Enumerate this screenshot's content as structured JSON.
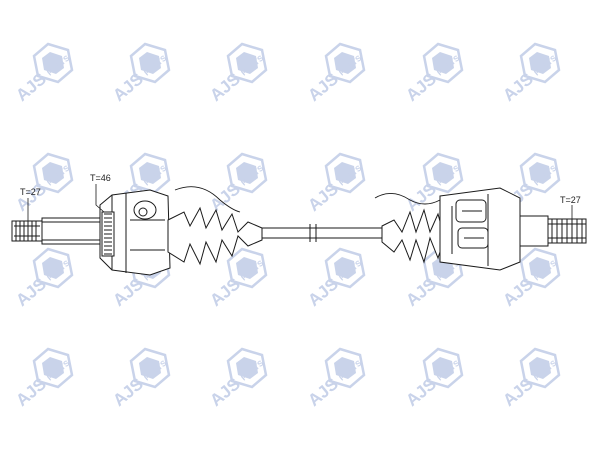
{
  "watermark": {
    "brand": "AJS",
    "sub": "PARTS",
    "color": "#c9d3ea",
    "icon": "ajs-parts-logo-icon"
  },
  "labels": {
    "left_outer": "T=27",
    "abs_ring": "T=46",
    "right_outer": "T=27"
  },
  "colors": {
    "line": "#1a1a1a"
  }
}
